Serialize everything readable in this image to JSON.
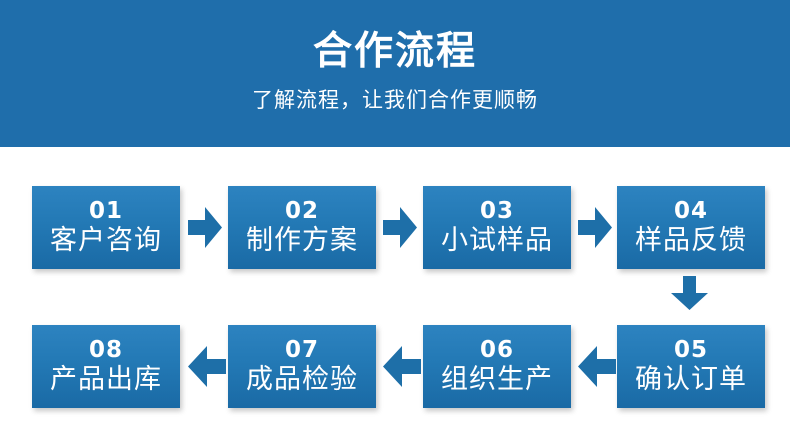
{
  "header": {
    "title": "合作流程",
    "subtitle": "了解流程，让我们合作更顺畅",
    "background_color": "#1f6eab",
    "text_color": "#ffffff"
  },
  "theme": {
    "box_gradient_top": "#2d83c0",
    "box_gradient_bottom": "#1a6aa5",
    "arrow_color": "#1e6fa8",
    "page_background": "#ffffff"
  },
  "flow": {
    "steps_top": [
      {
        "number": "01",
        "label": "客户咨询"
      },
      {
        "number": "02",
        "label": "制作方案"
      },
      {
        "number": "03",
        "label": "小试样品"
      },
      {
        "number": "04",
        "label": "样品反馈"
      }
    ],
    "steps_bottom": [
      {
        "number": "08",
        "label": "产品出库"
      },
      {
        "number": "07",
        "label": "成品检验"
      },
      {
        "number": "06",
        "label": "组织生产"
      },
      {
        "number": "05",
        "label": "确认订单"
      }
    ],
    "connectors": [
      {
        "name": "arrow-right-01-to-02",
        "direction": "right"
      },
      {
        "name": "arrow-right-02-to-03",
        "direction": "right"
      },
      {
        "name": "arrow-right-03-to-04",
        "direction": "right"
      },
      {
        "name": "arrow-down-04-to-05",
        "direction": "down"
      },
      {
        "name": "arrow-left-05-to-06",
        "direction": "left"
      },
      {
        "name": "arrow-left-06-to-07",
        "direction": "left"
      },
      {
        "name": "arrow-left-07-to-08",
        "direction": "left"
      }
    ]
  }
}
